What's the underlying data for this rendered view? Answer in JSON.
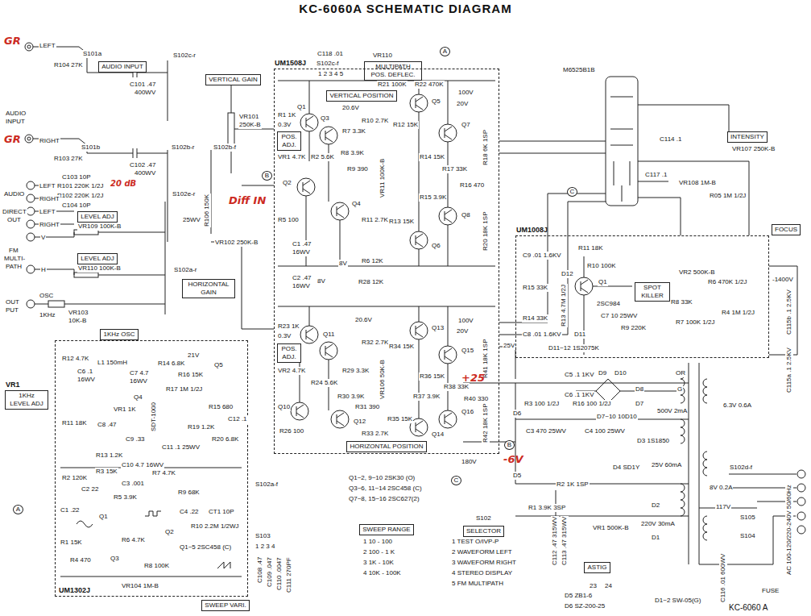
{
  "diagram": {
    "title": "KC-6060A SCHEMATIC DIAGRAM",
    "caption": "KC-6060 A",
    "nodes": [
      {
        "text": [
          "AUDIO INPUT"
        ]
      },
      {
        "text": [
          "VERTICAL GAIN"
        ]
      },
      {
        "text": [
          "MULTIPATH POS. DEFLEC."
        ]
      },
      {
        "text": [
          "UM1508J"
        ]
      },
      {
        "text": [
          "POS. ADJ."
        ],
        "in": 3
      },
      {
        "text": [
          "VERTICAL POSITION"
        ],
        "in": 3
      },
      {
        "text": [
          "POS. ADJ."
        ],
        "in": 3
      },
      {
        "text": [
          "HORIZONTAL POSITION"
        ],
        "in": 3
      },
      {
        "text": [
          "INTENSITY"
        ]
      },
      {
        "text": [
          "UM1008J"
        ]
      },
      {
        "text": [
          "SPOT KILLER"
        ],
        "in": 9
      },
      {
        "text": [
          "FOCUS"
        ]
      },
      {
        "text": [
          "LEVEL ADJ"
        ]
      },
      {
        "text": [
          "LEVEL ADJ"
        ]
      },
      {
        "text": [
          "HORIZONTAL GAIN"
        ]
      },
      {
        "text": [
          "1KHz OSC"
        ]
      },
      {
        "text": [
          "UM1302J"
        ]
      },
      {
        "text": [
          "VR1",
          "1KHz LEVEL ADJ"
        ]
      },
      {
        "text": [
          "SWEEP VARI."
        ]
      },
      {
        "text": [
          "SWEEP RANGE"
        ]
      },
      {
        "text": [
          "SELECTOR"
        ]
      },
      {
        "text": [
          "ASTIG"
        ]
      }
    ],
    "labels": [
      "GR",
      "LEFT",
      "GR",
      "RIGHT",
      "AUDIO",
      "INPUT",
      "S101a",
      "R104 27K",
      "C101 .47",
      "400WV",
      "S102c-r",
      "S101b",
      "R103 27K",
      "C102 .47",
      "400WV",
      "S102b-r",
      "S102b-f",
      "VR101",
      "250K-B",
      "C103 10P",
      "R101 220K 1/2J",
      "R102 220K 1/2J",
      "C104 10P",
      "20 dB",
      "AUDIO",
      "LEFT",
      "RIGHT",
      "DIRECT",
      "OUT",
      "LEFT",
      "RIGHT",
      "V",
      "FM",
      "MULTI-",
      "PATH",
      "H",
      "VR109 100K-B",
      "VR110 100K-B",
      "OUT",
      "PUT",
      "OSC",
      "1KHz",
      "VR103",
      "10K-B",
      "S102e-r",
      "S102a-r",
      "25WV",
      "R106 150K",
      "VR102 250K-B",
      "C118 .01",
      "S102c-f",
      "1 2 3 4 5",
      "VR110",
      "A",
      "R21 100K",
      "R22 470K",
      "100V",
      "20.6V",
      "20V",
      "Q1",
      "Q2",
      "Q3",
      "Q4",
      "Q5",
      "Q6",
      "Q7",
      "Q8",
      "R1 1K",
      "0.3V",
      "VR1 4.7K",
      "R2 5.6K",
      "R7 3.3K",
      "R8 3.9K",
      "R9 390",
      "R10 2.7K",
      "R11 2.7K",
      "R6 12K",
      "R12 15K",
      "R13 15K",
      "VR11 100K-B",
      "R14 15K",
      "R15 3.9K",
      "R16 470",
      "R17 33K",
      "R18 6K 1SP",
      "R20 18K 1SP",
      "R5 100",
      "C1 .47",
      "16WV",
      "8V",
      "C2 .47",
      "16WV",
      "8V",
      "R28 12K",
      "20.6V",
      "20V",
      "100V",
      "25V",
      "R23 1K",
      "0.3V",
      "VR2 4.7K",
      "R24 5.6K",
      "R29 3.3K",
      "R30 3.9K",
      "R31 390",
      "R32 2.7K",
      "R33 2.7K",
      "R34 15K",
      "R35 15K",
      "VR106 50K-B",
      "R36 15K",
      "R37 3.9K",
      "R38 33K",
      "R40 330",
      "R41 18K 1SP",
      "R42 18K 1SP",
      "R26 100",
      "Q10",
      "Q11",
      "Q12",
      "Q13",
      "Q14",
      "Q15",
      "Q16",
      "Diff IN",
      "Q1~2, 9~10 2SK30 (O)",
      "Q3~6, 11~14 2SC458 (C)",
      "Q7~8, 15~16 2SC627(2)",
      "M6525B1B",
      "C",
      "C114 .1",
      "C117 .1",
      "VR108 1M-B",
      "R05 1M 1/2J",
      "VR107 250K-B",
      "R11 18K",
      "R10 100K",
      "Q1",
      "2SC984",
      "C9 .01 1.6KV",
      "D12",
      "R15 33K",
      "R13 4.7M 1/2J",
      "C7 10 25WV",
      "R14 33K",
      "C8 .01 1.6KV",
      "D11",
      "D11~12 1S2075K",
      "VR2 500K-B",
      "R6 470K 1/2J",
      "R9 220K",
      "R8 33K",
      "R7 100K 1/2J",
      "R4 1M 1/2J",
      "-1400V",
      "C115b .1 2.5KV",
      "C115a .1 2.5KV",
      "C5 .1 1KV",
      "C6 .1 1KV",
      "D10",
      "D9",
      "D8",
      "D7",
      "D7~10 10D10",
      "500V 2mA",
      "6.3V 0.6A",
      "OR",
      "G",
      "+25",
      "D6",
      "D5",
      "R3 100 1/2J",
      "R16 100 1/2J",
      "C3 470 25WV",
      "C4 100 25WV",
      "D3 1S1850",
      "D4 SD1Y",
      "R2 1K 1SP",
      "25V 60mA",
      "8V 0.2A",
      "220V 30mA",
      "R1 3.9K 3SP",
      "D2",
      "D1",
      "VR1 500K-B",
      "-6V",
      "B",
      "180V",
      "C",
      "C112 .47 315WV",
      "C113 .47 315WV",
      "23",
      "24",
      "D5 ZB1-6",
      "D6 SZ-200-25",
      "D1~2 SW-05(G)",
      "S102d-f",
      "S105",
      "S104",
      "117V",
      "AC 100-120/220-240V 50/60Hz",
      "FUSE",
      "C116 .01 600WV",
      "R12 4.7K",
      "C6 .1",
      "16WV",
      "L1 150mH",
      "C7 4.7",
      "16WV",
      "R14 6.8K",
      "21V",
      "R16 15K",
      "Q5",
      "Q4",
      "R11 18K",
      "C8 .47",
      "VR1 1K",
      "SDT-1000",
      "C9 .33",
      "R13 1.2K",
      "C10 4.7 16WV",
      "C11 .1 25WV",
      "R17 1M 1/2J",
      "R19 1.2K",
      "R15 680",
      "R20 6.8K",
      "C12 .1",
      "R2 120K",
      "C2 22",
      "R3 15K",
      "C3 .001",
      "R7 4.7K",
      "R5 3.9K",
      "Q1",
      "Q2",
      "Q3",
      "R1 15K",
      "R4 470",
      "C1 .22",
      "R8 100K",
      "R9 68K",
      "C4 .22",
      "CT1 10P",
      "R10 2.2M 1/2WJ",
      "Q1~5 2SC458 (C)",
      "R6 4.7K",
      "VR104 1M-B",
      "A",
      "S102a-f",
      "S103",
      "1 2 3 4",
      "C108 .47",
      "C109 .047",
      "C110 .0047",
      "C111 270PF",
      "1 10 - 100",
      "2 100 - 1 K",
      "3 1K - 10K",
      "4 10K - 100K",
      "S102",
      "1 TEST O/IVP-P",
      "2 WAVEFORM LEFT",
      "3 WAVEFORM RIGHT",
      "4 STEREO DISPLAY",
      "5 FM MULTIPATH",
      "B"
    ]
  }
}
